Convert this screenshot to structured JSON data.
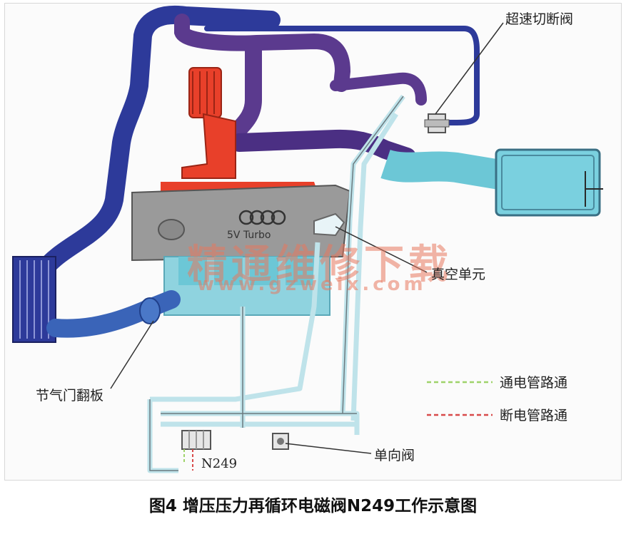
{
  "labels": {
    "bypass_valve": "超速切断阀",
    "vacuum_unit": "真空单元",
    "throttle_flap": "节气门翻板",
    "check_valve": "单向阀",
    "solenoid": "N249",
    "engine_text": "5V Turbo"
  },
  "legend": [
    {
      "label": "通电管路通",
      "color": "#9fd36a"
    },
    {
      "label": "断电管路通",
      "color": "#d84a4a"
    }
  ],
  "watermark": {
    "line1": "精通维修下载",
    "line2": "www.gzweix.com"
  },
  "caption": "图4 增压压力再循环电磁阀N249工作示意图",
  "colors": {
    "intake_blue": "#2d3a9a",
    "boost_purple": "#5b3a8e",
    "turbo_red": "#e8402a",
    "intake_cyan": "#6cc7d6",
    "vacuum_line": "#bfe3ea"
  }
}
